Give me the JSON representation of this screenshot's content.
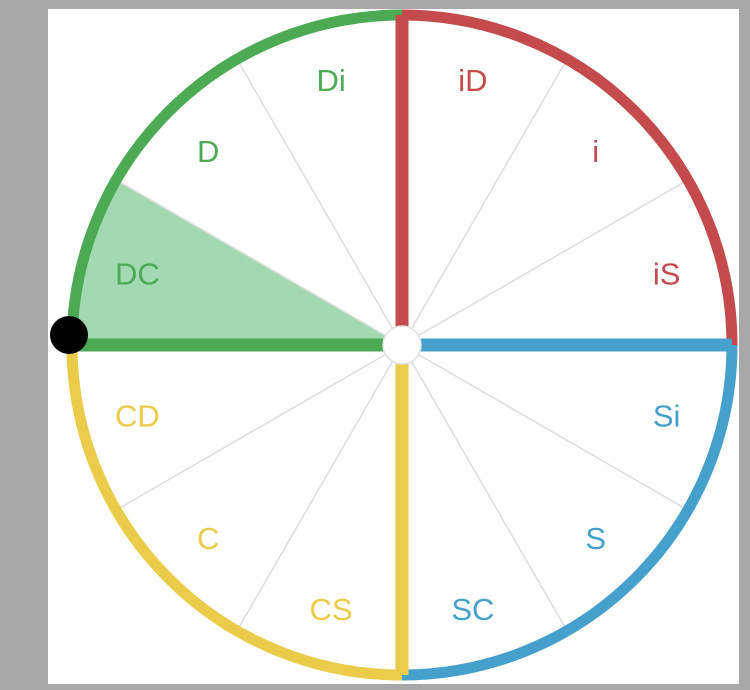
{
  "wheel": {
    "quadrants": [
      {
        "name": "D",
        "color": "#4CAA55"
      },
      {
        "name": "i",
        "color": "#C44A4C"
      },
      {
        "name": "S",
        "color": "#45A0CC"
      },
      {
        "name": "C",
        "color": "#EACB4A"
      }
    ],
    "segments": [
      {
        "label": "iD",
        "quadrant": 1
      },
      {
        "label": "i",
        "quadrant": 1
      },
      {
        "label": "iS",
        "quadrant": 1
      },
      {
        "label": "Si",
        "quadrant": 2
      },
      {
        "label": "S",
        "quadrant": 2
      },
      {
        "label": "SC",
        "quadrant": 2
      },
      {
        "label": "CS",
        "quadrant": 3
      },
      {
        "label": "C",
        "quadrant": 3
      },
      {
        "label": "CD",
        "quadrant": 3
      },
      {
        "label": "DC",
        "quadrant": 0
      },
      {
        "label": "D",
        "quadrant": 0
      },
      {
        "label": "Di",
        "quadrant": 0
      }
    ],
    "selected_segment": "DC",
    "highlight_fill": "#A3D9B1",
    "divider_color": "#dddddd",
    "marker_color": "#000000"
  }
}
